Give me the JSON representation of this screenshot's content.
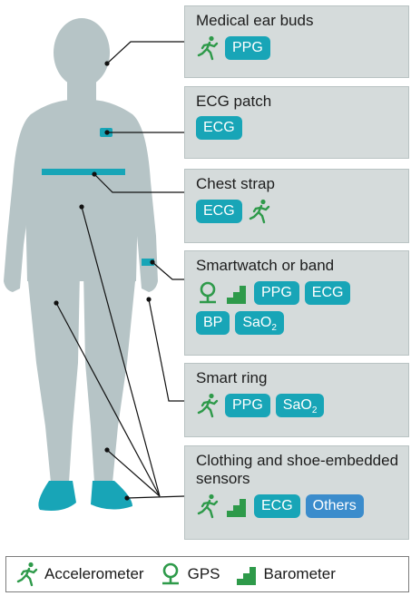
{
  "cards": {
    "ear_buds": {
      "title": "Medical ear buds",
      "tags": [
        "PPG"
      ]
    },
    "ecg_patch": {
      "title": "ECG patch",
      "tags": [
        "ECG"
      ]
    },
    "chest_strap": {
      "title": "Chest strap",
      "tags": [
        "ECG"
      ]
    },
    "smartwatch": {
      "title": "Smartwatch or band",
      "tags": [
        "PPG",
        "ECG",
        "BP",
        "SaO",
        "2"
      ]
    },
    "smart_ring": {
      "title": "Smart ring",
      "tags": [
        "PPG",
        "SaO",
        "2"
      ]
    },
    "clothing": {
      "title": "Clothing and shoe-embedded sensors",
      "tags": [
        "ECG",
        "Others"
      ]
    }
  },
  "legend": {
    "accelerometer": "Accelerometer",
    "gps": "GPS",
    "barometer": "Barometer"
  },
  "icons": {
    "accelerometer": "running-figures-icon",
    "gps": "location-pin-icon",
    "barometer": "stair-steps-icon"
  },
  "colors": {
    "body": "#b6c4c6",
    "device": "#18a5b7",
    "card_bg": "#d5dbdb",
    "others_pill": "#3b8ccc",
    "icon_green": "#2e9a4a"
  }
}
